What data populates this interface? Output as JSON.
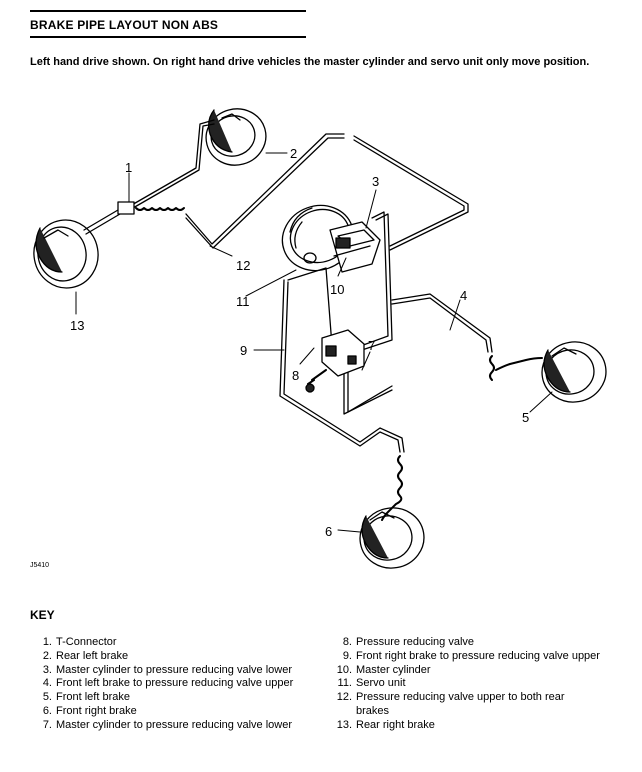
{
  "title": "BRAKE PIPE LAYOUT NON ABS",
  "intro": "Left hand drive shown. On right hand drive vehicles the master cylinder and servo unit only move position.",
  "figure_id": "J5410",
  "callouts": [
    "1",
    "2",
    "3",
    "4",
    "5",
    "6",
    "7",
    "8",
    "9",
    "10",
    "11",
    "12",
    "13"
  ],
  "key_title": "KEY",
  "key_left": [
    {
      "num": "1.",
      "text": "T-Connector"
    },
    {
      "num": "2.",
      "text": "Rear left brake"
    },
    {
      "num": "3.",
      "text": "Master cylinder to pressure reducing valve lower"
    },
    {
      "num": "4.",
      "text": "Front left brake to pressure reducing valve upper"
    },
    {
      "num": "5.",
      "text": "Front left brake"
    },
    {
      "num": "6.",
      "text": "Front right brake"
    },
    {
      "num": "7.",
      "text": "Master cylinder to pressure reducing valve lower"
    }
  ],
  "key_right": [
    {
      "num": "8.",
      "text": "Pressure reducing valve"
    },
    {
      "num": "9.",
      "text": "Front right brake to pressure reducing valve upper"
    },
    {
      "num": "10.",
      "text": "Master cylinder"
    },
    {
      "num": "11.",
      "text": "Servo unit"
    },
    {
      "num": "12.",
      "text": "Pressure reducing valve upper to both rear brakes"
    },
    {
      "num": "13.",
      "text": "Rear right brake"
    }
  ]
}
